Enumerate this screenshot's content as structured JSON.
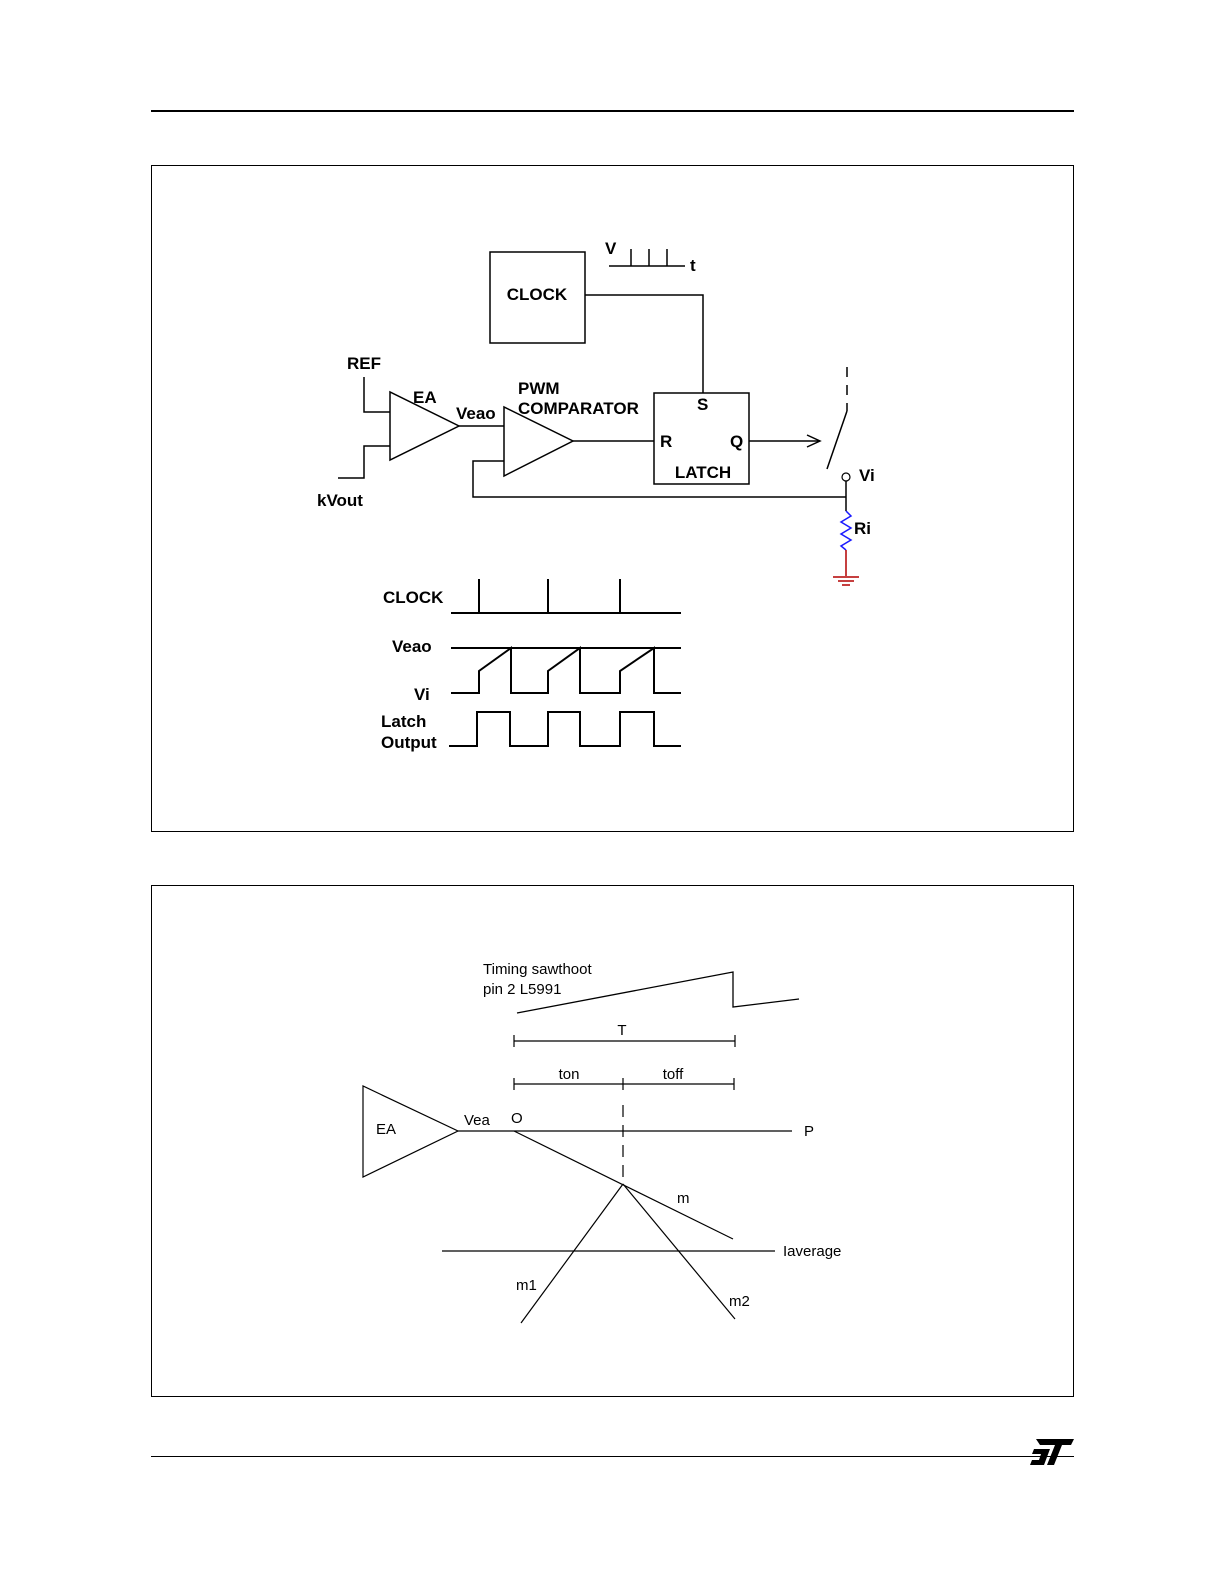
{
  "figure1": {
    "clock_block": "CLOCK",
    "clock_axis_v": "V",
    "clock_axis_t": "t",
    "ref": "REF",
    "ea": "EA",
    "kvout": "kVout",
    "veao": "Veao",
    "pwm_line1": "PWM",
    "pwm_line2": "COMPARATOR",
    "latch_s": "S",
    "latch_r": "R",
    "latch_q": "Q",
    "latch_name": "LATCH",
    "vi": "Vi",
    "ri": "Ri",
    "wave_clock": "CLOCK",
    "wave_veao": "Veao",
    "wave_vi": "Vi",
    "wave_latch_1": "Latch",
    "wave_latch_2": "Output"
  },
  "figure2": {
    "sawtooth_1": "Timing sawthoot",
    "sawtooth_2": "pin 2 L5991",
    "t_period": "T",
    "ton": "ton",
    "toff": "toff",
    "ea": "EA",
    "vea": "Vea",
    "o": "O",
    "p": "P",
    "m": "m",
    "iaverage": "Iaverage",
    "m1": "m1",
    "m2": "m2"
  },
  "colors": {
    "line": "#000000",
    "resistor": "#1a1aff",
    "ground": "#b30000"
  },
  "footer": {
    "logo": "ST"
  }
}
